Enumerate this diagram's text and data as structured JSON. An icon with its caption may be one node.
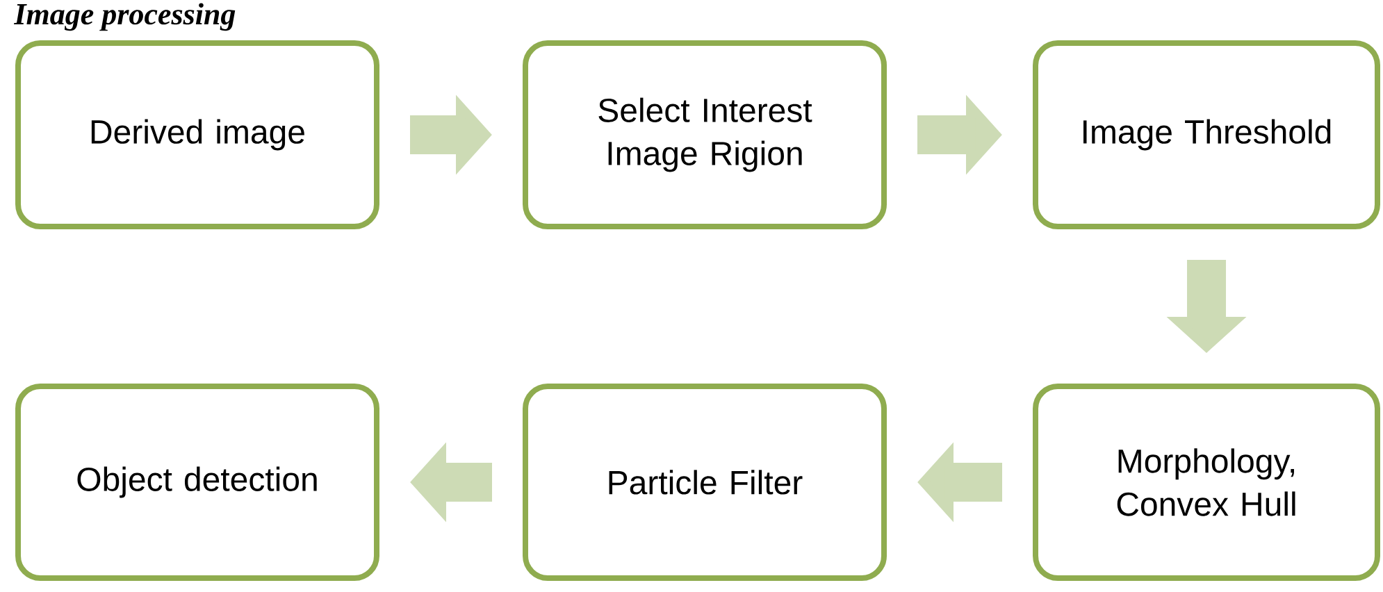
{
  "diagram": {
    "title": "Image processing",
    "nodes": [
      {
        "text": [
          "Derived image"
        ]
      },
      {
        "text": [
          "Select Interest Image Rigion"
        ]
      },
      {
        "text": [
          "Image Threshold"
        ]
      },
      {
        "text": [
          "Object detection"
        ]
      },
      {
        "text": [
          "Particle Filter"
        ]
      },
      {
        "text": [
          "Morphology, Convex Hull"
        ]
      }
    ],
    "edges": [
      {
        "from": 0,
        "to": 1,
        "arrow": "to"
      },
      {
        "from": 1,
        "to": 2,
        "arrow": "to"
      },
      {
        "from": 2,
        "to": 5,
        "arrow": "to"
      },
      {
        "from": 5,
        "to": 4,
        "arrow": "to"
      },
      {
        "from": 4,
        "to": 3,
        "arrow": "to"
      }
    ]
  }
}
